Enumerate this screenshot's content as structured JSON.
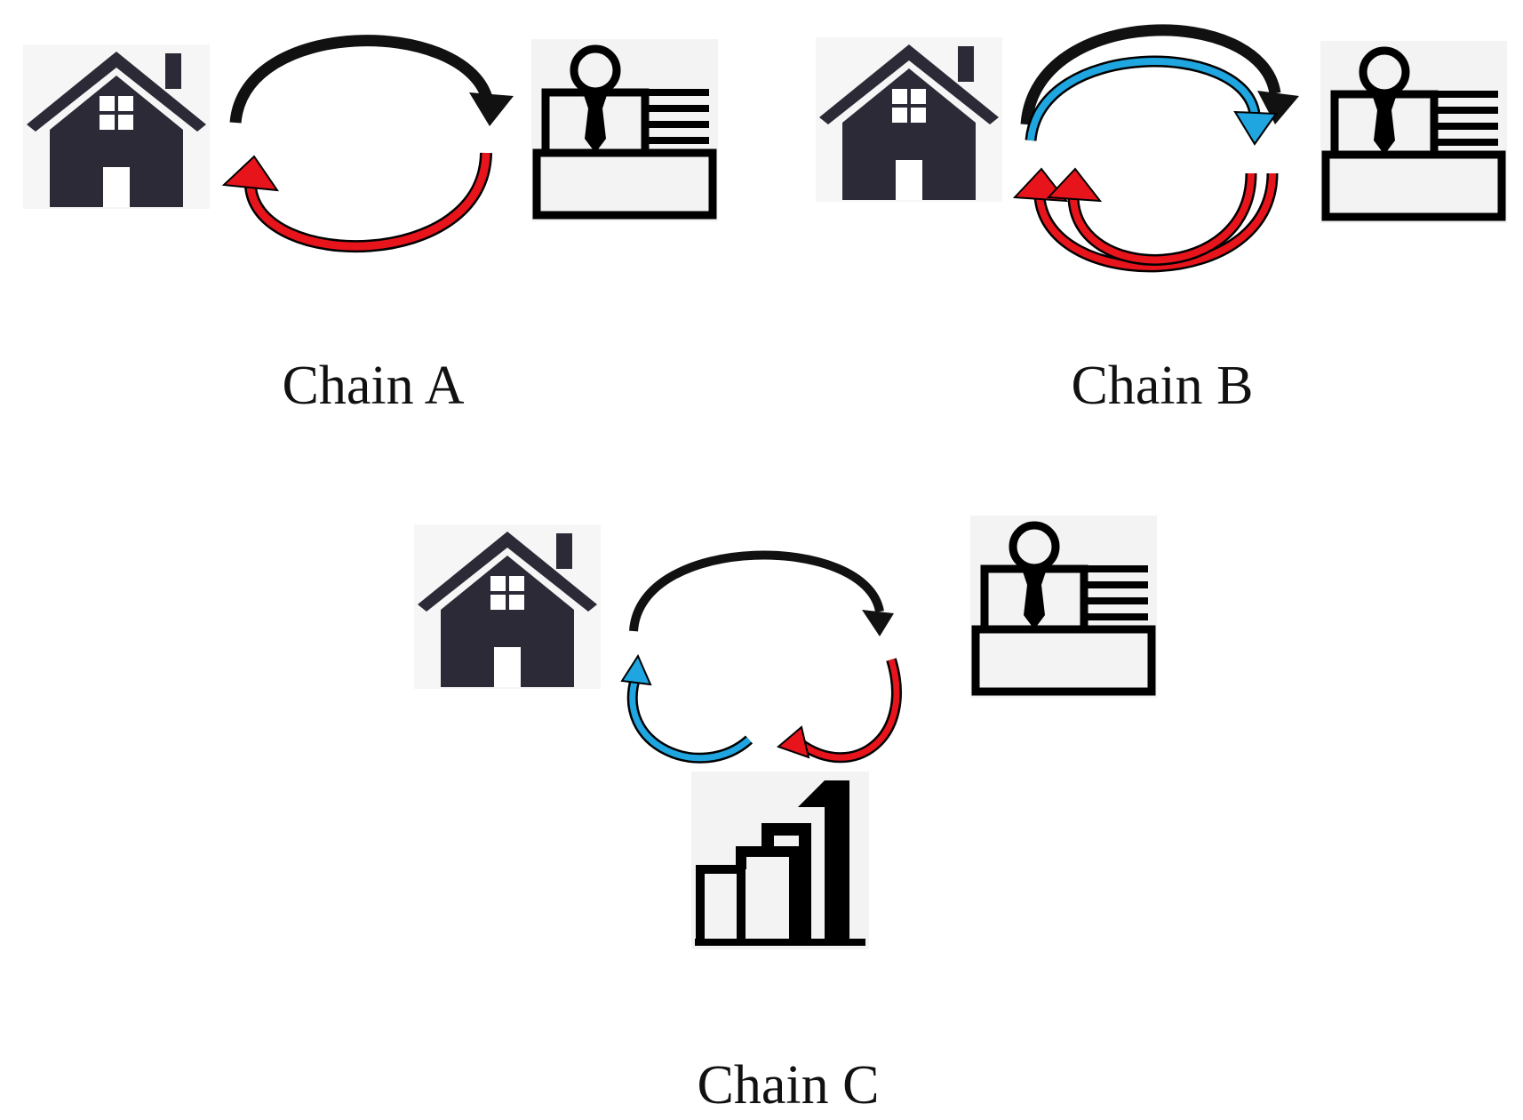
{
  "chains": [
    {
      "id": "a",
      "label": "Chain A"
    },
    {
      "id": "b",
      "label": "Chain B"
    },
    {
      "id": "c",
      "label": "Chain C"
    }
  ],
  "colors": {
    "icon": "#2b2a36",
    "icon_bg": "#f3f3f3",
    "arrow_black": "#111111",
    "arrow_red": "#e8141c",
    "arrow_blue": "#1fa6e0",
    "outline": "#000000"
  },
  "icons": [
    "house-icon",
    "office-desk-icon",
    "building-icon"
  ]
}
